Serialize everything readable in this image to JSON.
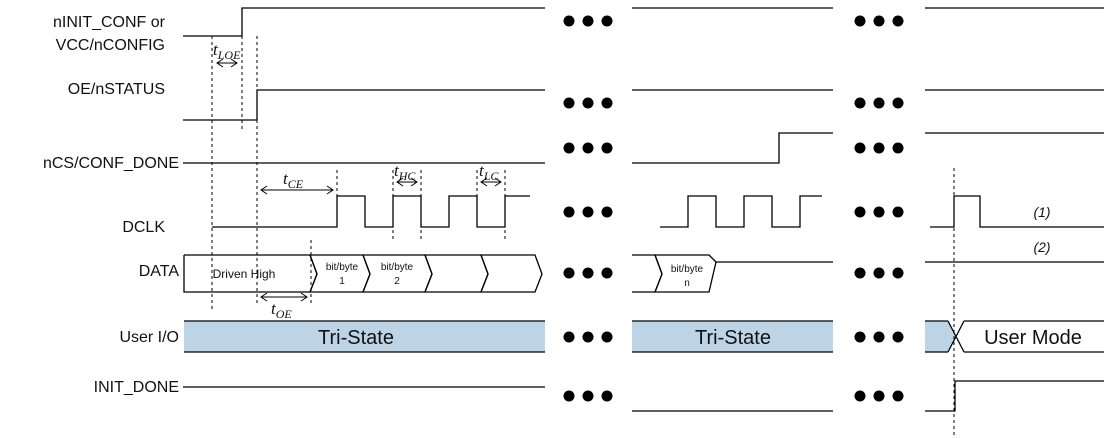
{
  "signals": {
    "ninit_line1": "nINIT_CONF or",
    "ninit_line2": "VCC/nCONFIG",
    "oe_nstatus": "OE/nSTATUS",
    "ncs_conf_done": "nCS/CONF_DONE",
    "dclk": "DCLK",
    "data": "DATA",
    "user_io": "User I/O",
    "init_done": "INIT_DONE"
  },
  "timing": {
    "t_loe": {
      "t": "t",
      "sub": "LOE"
    },
    "t_ce": {
      "t": "t",
      "sub": "CE"
    },
    "t_hc": {
      "t": "t",
      "sub": "HC"
    },
    "t_lc": {
      "t": "t",
      "sub": "LC"
    },
    "t_oe": {
      "t": "t",
      "sub": "OE"
    }
  },
  "data_boxes": {
    "driven_high": "Driven High",
    "byte1_top": "bit/byte",
    "byte1_bottom": "1",
    "byte2_top": "bit/byte",
    "byte2_bottom": "2",
    "byten_top": "bit/byte",
    "byten_bottom": "n"
  },
  "tristate": {
    "tri_state_1": "Tri-State",
    "tri_state_2": "Tri-State",
    "user_mode": "User Mode",
    "fill_color": "#bcd4e6"
  },
  "notes": {
    "note1": "(1)",
    "note2": "(2)"
  },
  "continuation_symbol": "ellipsis-dots"
}
